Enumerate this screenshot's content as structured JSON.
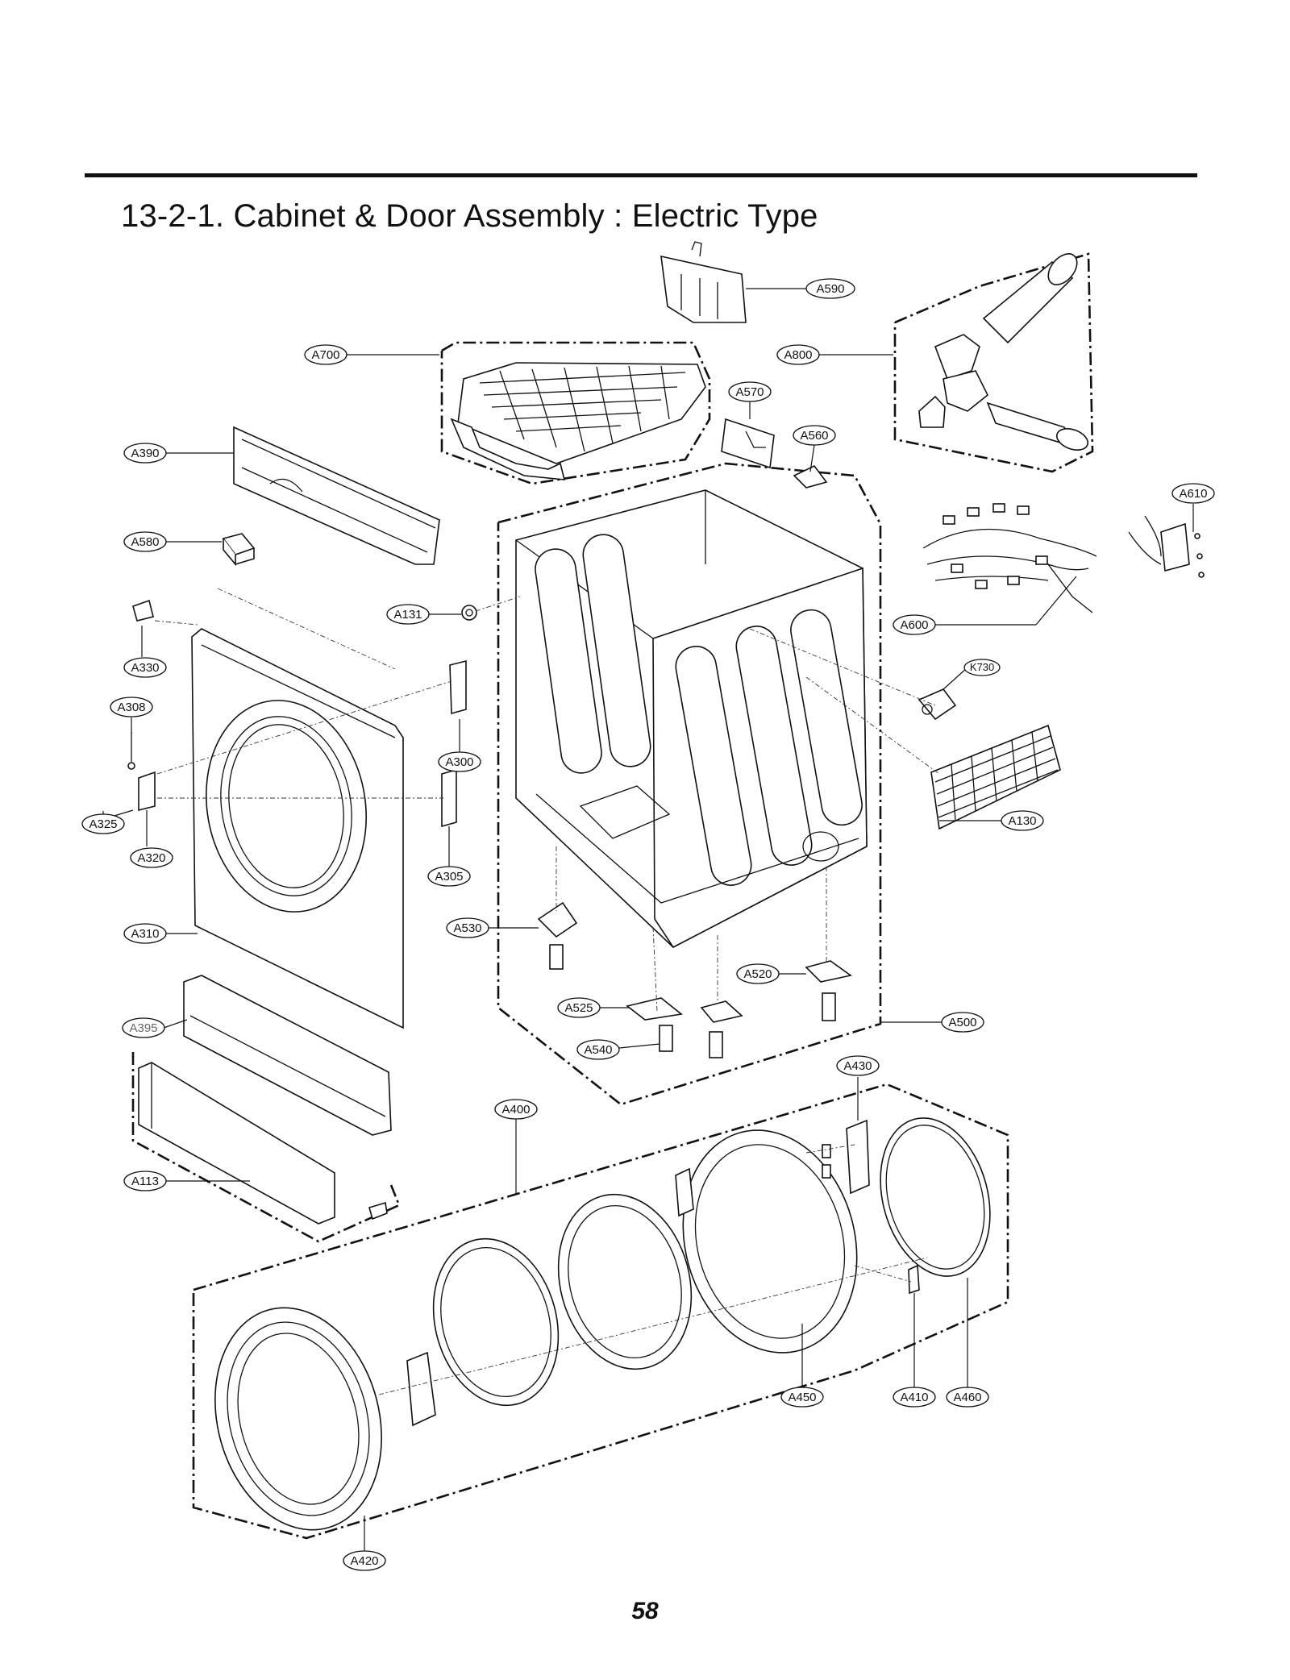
{
  "page": {
    "title": "13-2-1. Cabinet & Door Assembly : Electric Type",
    "page_number": "58"
  },
  "labels": {
    "A590": "A590",
    "A700": "A700",
    "A800": "A800",
    "A570": "A570",
    "A560": "A560",
    "A390": "A390",
    "A610": "A610",
    "A580": "A580",
    "A131": "A131",
    "A600": "A600",
    "A330": "A330",
    "K730": "K730",
    "A308": "A308",
    "A300": "A300",
    "A325": "A325",
    "A130": "A130",
    "A320": "A320",
    "A305": "A305",
    "A310": "A310",
    "A530": "A530",
    "A520": "A520",
    "A525": "A525",
    "A395": "A395",
    "A500": "A500",
    "A540": "A540",
    "A430": "A430",
    "A400": "A400",
    "A113": "A113",
    "A450": "A450",
    "A410": "A410",
    "A460": "A460",
    "A420": "A420"
  }
}
